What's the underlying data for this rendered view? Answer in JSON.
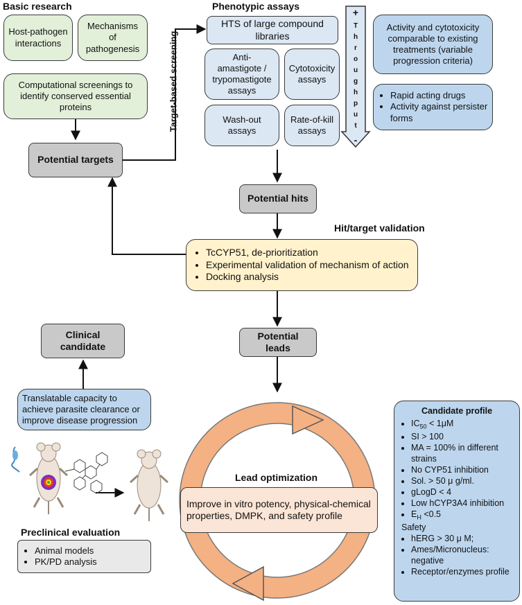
{
  "headings": {
    "basic_research": "Basic research",
    "phenotypic_assays": "Phenotypic assays",
    "target_based_screening": "Target-based screening",
    "hit_target_validation": "Hit/target validation",
    "lead_optimization": "Lead optimization",
    "preclinical_evaluation": "Preclinical evaluation"
  },
  "basic_research": {
    "host_pathogen": "Host-pathogen interactions",
    "mechanisms": "Mechanisms of pathogenesis",
    "computational": "Computational screenings to identify conserved essential proteins"
  },
  "potential_targets": "Potential targets",
  "phenotypic": {
    "hts": "HTS of large compound libraries",
    "anti_amastigote": "Anti-\namastigote /\ntrypomastigote\nassays",
    "cytotoxicity": "Cytotoxicity\nassays",
    "wash_out": "Wash-out\nassays",
    "rate_of_kill": "Rate-of-kill\nassays"
  },
  "throughput": {
    "plus": "+",
    "letters": [
      "T",
      "h",
      "r",
      "o",
      "u",
      "g",
      "h",
      "p",
      "u",
      "t"
    ],
    "minus": "-"
  },
  "criteria": {
    "activity": "Activity and cytotoxicity comparable to existing treatments (variable progression criteria)",
    "bullets": [
      "Rapid acting drugs",
      "Activity against persister forms"
    ]
  },
  "potential_hits": "Potential hits",
  "validation_bullets": [
    "TcCYP51, de-prioritization",
    "Experimental validation of mechanism of action",
    "Docking analysis"
  ],
  "potential_leads": "Potential leads",
  "clinical_candidate": "Clinical\ncandidate",
  "translatable": "Translatable capacity to achieve parasite clearance or improve disease progression",
  "lead_box": "Improve in vitro potency, physical-chemical properties, DMPK, and safety profile",
  "preclinical_bullets": [
    "Animal models",
    "PK/PD analysis"
  ],
  "candidate_profile": {
    "title": "Candidate profile",
    "bullets": [
      {
        "pre": "IC",
        "sub": "50",
        "post": " < 1μM"
      },
      {
        "pre": "SI > 100",
        "sub": "",
        "post": ""
      },
      {
        "pre": "MA = 100% in different strains",
        "sub": "",
        "post": ""
      },
      {
        "pre": "No CYP51 inhibition",
        "sub": "",
        "post": ""
      },
      {
        "pre": "Sol. > 50 μ g/ml.",
        "sub": "",
        "post": ""
      },
      {
        "pre": "gLogD < 4",
        "sub": "",
        "post": ""
      },
      {
        "pre": "Low hCYP3A4 inhibition",
        "sub": "",
        "post": ""
      },
      {
        "pre": "E",
        "sub": "H",
        "post": " <0.5"
      }
    ],
    "safety_label": "Safety",
    "safety_bullets": [
      "hERG > 30 μ M;",
      "Ames/Micronucleus: negative",
      "Receptor/enzymes profile"
    ]
  }
}
